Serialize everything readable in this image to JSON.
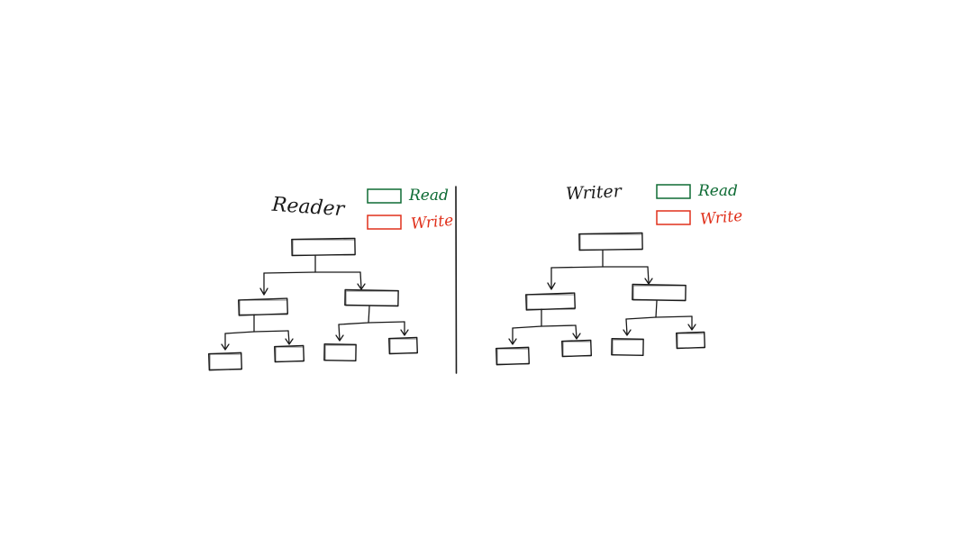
{
  "colors": {
    "ink": "#1a1a1a",
    "read": "#0e6b34",
    "write": "#e0311c",
    "background": "#ffffff"
  },
  "panels": [
    {
      "title": "Reader",
      "legend": [
        {
          "label": "Read",
          "color": "#0e6b34"
        },
        {
          "label": "Write",
          "color": "#e0311c"
        }
      ]
    },
    {
      "title": "Writer",
      "legend": [
        {
          "label": "Read",
          "color": "#0e6b34"
        },
        {
          "label": "Write",
          "color": "#e0311c"
        }
      ]
    }
  ]
}
